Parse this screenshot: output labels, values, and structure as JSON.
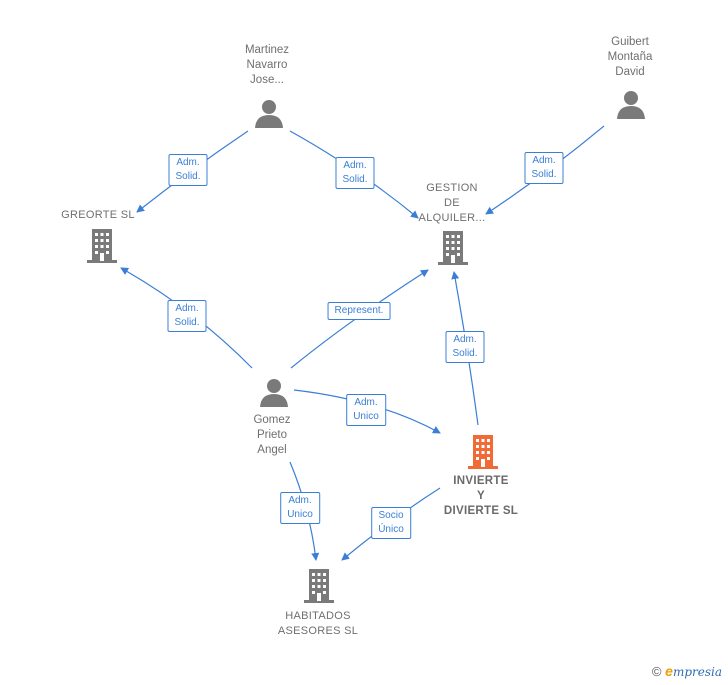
{
  "nodes": {
    "martinez": {
      "lines": [
        "Martinez",
        "Navarro",
        "Jose..."
      ]
    },
    "guibert": {
      "lines": [
        "Guibert",
        "Montaña",
        "David"
      ]
    },
    "greorte": {
      "lines": [
        "GREORTE SL"
      ]
    },
    "gestion": {
      "lines": [
        "GESTION",
        "DE",
        "ALQUILER..."
      ]
    },
    "gomez": {
      "lines": [
        "Gomez",
        "Prieto",
        "Angel"
      ]
    },
    "invierte": {
      "lines": [
        "INVIERTE",
        "Y",
        "DIVIERTE  SL"
      ]
    },
    "habitados": {
      "lines": [
        "HABITADOS",
        "ASESORES  SL"
      ]
    }
  },
  "edges": {
    "martinez_greorte": [
      "Adm.",
      "Solid."
    ],
    "martinez_gestion": [
      "Adm.",
      "Solid."
    ],
    "guibert_gestion": [
      "Adm.",
      "Solid."
    ],
    "gomez_greorte": [
      "Adm.",
      "Solid."
    ],
    "gomez_gestion": [
      "Represent."
    ],
    "invierte_gestion": [
      "Adm.",
      "Solid."
    ],
    "gomez_invierte": [
      "Adm.",
      "Unico"
    ],
    "gomez_habitados": [
      "Adm.",
      "Unico"
    ],
    "invierte_habitados": [
      "Socio",
      "Único"
    ]
  },
  "colors": {
    "edge": "#3a7fd5",
    "icon": "#7a7a7a",
    "main_company": "#f26a35"
  },
  "icons": {
    "person": "person-icon",
    "company": "building-icon"
  },
  "footer": {
    "copyright": "©",
    "brand_initial": "e",
    "brand_rest": "mpresia"
  }
}
